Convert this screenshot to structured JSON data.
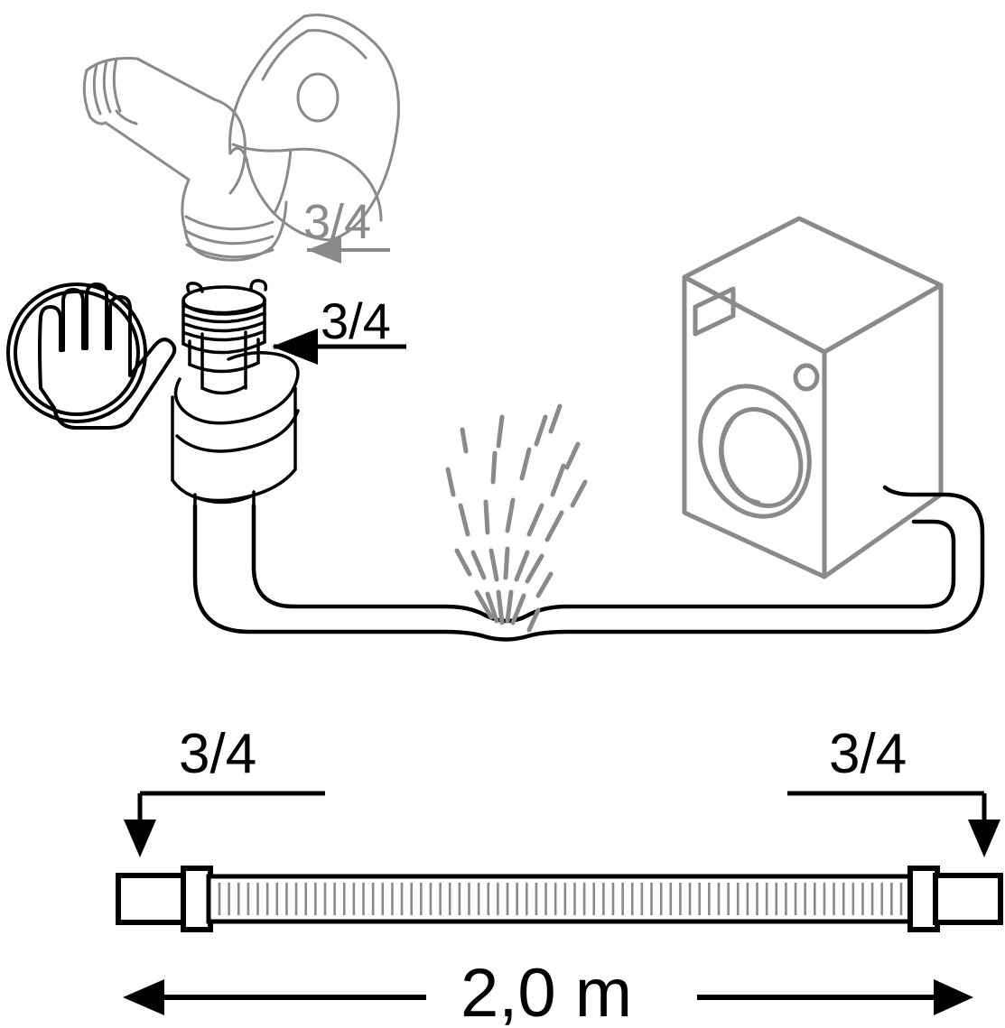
{
  "document": {
    "title": "Washing machine water inlet hose installation diagram",
    "type": "technical-line-drawing",
    "background_color": "#ffffff",
    "line_color_black": "#000000",
    "line_color_gray": "#8a8a8a"
  },
  "labels": {
    "tap_thread_size": "3/4",
    "coupling_thread_size": "3/4",
    "hose_left_thread_size": "3/4",
    "hose_right_thread_size": "3/4",
    "hose_length": "2,0 m"
  },
  "components": {
    "tap": {
      "name": "angle-valve-tap",
      "description": "Wall angle valve with lever handle and threaded outlet",
      "color": "#8a8a8a",
      "callout": "3/4"
    },
    "hand_symbol": {
      "name": "hand-tighten-symbol",
      "description": "Open hand inside double circle meaning tighten by hand only",
      "color": "#000000"
    },
    "coupling": {
      "name": "aquastop-coupling-nut",
      "description": "Threaded union nut with wing tabs on oval safety valve body",
      "color": "#000000",
      "callout": "3/4"
    },
    "washing_machine": {
      "name": "washing-machine",
      "description": "Isometric front-loading washing machine with round door, control display and knob",
      "color": "#8a8a8a"
    },
    "leak_spray": {
      "name": "water-leak-spray",
      "description": "Gray dash strokes showing water spraying from a burst section of hose",
      "color": "#8a8a8a",
      "dash_count": 28
    },
    "hose_installed": {
      "name": "installed-hose-route",
      "description": "Hose routed from coupling down, along the floor and up behind the washing machine",
      "color": "#000000"
    },
    "hose_product": {
      "name": "hose-product-view",
      "description": "Straight view of the braided hose with two end fittings and two collars",
      "color": "#000000",
      "rib_count": 72
    }
  },
  "annotations": {
    "arrow_tap": {
      "name": "tap-callout-arrow",
      "direction": "left",
      "color": "#8a8a8a"
    },
    "arrow_coupling": {
      "name": "coupling-callout-arrow",
      "direction": "left",
      "color": "#000000"
    },
    "arrow_hose_left": {
      "name": "hose-left-callout-arrow",
      "direction": "down",
      "color": "#000000"
    },
    "arrow_hose_right": {
      "name": "hose-right-callout-arrow",
      "direction": "down",
      "color": "#000000"
    },
    "dimension_length": {
      "name": "length-dimension-arrow",
      "direction": "double",
      "color": "#000000"
    }
  }
}
